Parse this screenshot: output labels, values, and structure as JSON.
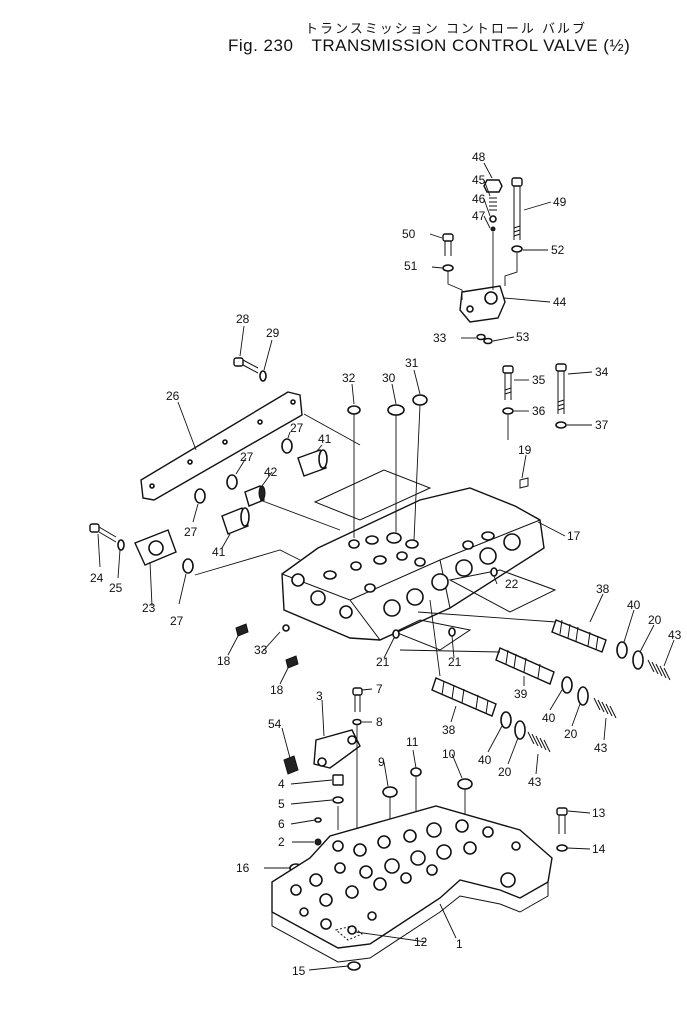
{
  "header": {
    "title_jp": "トランスミッション コントロール バルブ",
    "fig_label": "Fig. 230",
    "title_en": "TRANSMISSION CONTROL VALVE (½)"
  },
  "callouts": [
    {
      "id": "c1",
      "text": "1"
    },
    {
      "id": "c2",
      "text": "2"
    },
    {
      "id": "c3",
      "text": "3"
    },
    {
      "id": "c4",
      "text": "4"
    },
    {
      "id": "c5",
      "text": "5"
    },
    {
      "id": "c6",
      "text": "6"
    },
    {
      "id": "c7",
      "text": "7"
    },
    {
      "id": "c8",
      "text": "8"
    },
    {
      "id": "c9",
      "text": "9"
    },
    {
      "id": "c10",
      "text": "10"
    },
    {
      "id": "c11",
      "text": "11"
    },
    {
      "id": "c12",
      "text": "12"
    },
    {
      "id": "c13",
      "text": "13"
    },
    {
      "id": "c14",
      "text": "14"
    },
    {
      "id": "c15",
      "text": "15"
    },
    {
      "id": "c16",
      "text": "16"
    },
    {
      "id": "c17",
      "text": "17"
    },
    {
      "id": "c18a",
      "text": "18"
    },
    {
      "id": "c18b",
      "text": "18"
    },
    {
      "id": "c19",
      "text": "19"
    },
    {
      "id": "c20a",
      "text": "20"
    },
    {
      "id": "c20b",
      "text": "20"
    },
    {
      "id": "c20c",
      "text": "20"
    },
    {
      "id": "c21a",
      "text": "21"
    },
    {
      "id": "c21b",
      "text": "21"
    },
    {
      "id": "c22",
      "text": "22"
    },
    {
      "id": "c23",
      "text": "23"
    },
    {
      "id": "c24",
      "text": "24"
    },
    {
      "id": "c25",
      "text": "25"
    },
    {
      "id": "c26",
      "text": "26"
    },
    {
      "id": "c27a",
      "text": "27"
    },
    {
      "id": "c27b",
      "text": "27"
    },
    {
      "id": "c27c",
      "text": "27"
    },
    {
      "id": "c27d",
      "text": "27"
    },
    {
      "id": "c28",
      "text": "28"
    },
    {
      "id": "c29",
      "text": "29"
    },
    {
      "id": "c30",
      "text": "30"
    },
    {
      "id": "c31",
      "text": "31"
    },
    {
      "id": "c32",
      "text": "32"
    },
    {
      "id": "c33a",
      "text": "33"
    },
    {
      "id": "c33b",
      "text": "33"
    },
    {
      "id": "c34",
      "text": "34"
    },
    {
      "id": "c35",
      "text": "35"
    },
    {
      "id": "c36",
      "text": "36"
    },
    {
      "id": "c37",
      "text": "37"
    },
    {
      "id": "c38a",
      "text": "38"
    },
    {
      "id": "c38b",
      "text": "38"
    },
    {
      "id": "c39",
      "text": "39"
    },
    {
      "id": "c40a",
      "text": "40"
    },
    {
      "id": "c40b",
      "text": "40"
    },
    {
      "id": "c40c",
      "text": "40"
    },
    {
      "id": "c41a",
      "text": "41"
    },
    {
      "id": "c41b",
      "text": "41"
    },
    {
      "id": "c42",
      "text": "42"
    },
    {
      "id": "c43a",
      "text": "43"
    },
    {
      "id": "c43b",
      "text": "43"
    },
    {
      "id": "c43c",
      "text": "43"
    },
    {
      "id": "c44",
      "text": "44"
    },
    {
      "id": "c45",
      "text": "45"
    },
    {
      "id": "c46",
      "text": "46"
    },
    {
      "id": "c47",
      "text": "47"
    },
    {
      "id": "c48",
      "text": "48"
    },
    {
      "id": "c49",
      "text": "49"
    },
    {
      "id": "c50",
      "text": "50"
    },
    {
      "id": "c51",
      "text": "51"
    },
    {
      "id": "c52",
      "text": "52"
    },
    {
      "id": "c53",
      "text": "53"
    },
    {
      "id": "c54",
      "text": "54"
    }
  ]
}
